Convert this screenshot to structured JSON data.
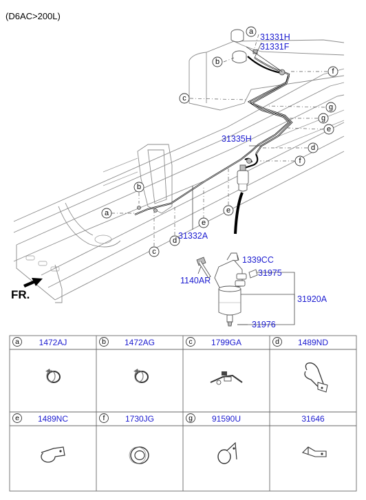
{
  "header": {
    "title": "(D6AC>200L)"
  },
  "front_label": "FR.",
  "callouts": {
    "a": "a",
    "b": "b",
    "c": "c",
    "d": "d",
    "e": "e",
    "f": "f",
    "g": "g"
  },
  "diagram_parts": {
    "p31331H": "31331H",
    "p31331F": "31331F",
    "p31335H": "31335H",
    "p31332A": "31332A",
    "p1339CC": "1339CC",
    "p1140AR": "1140AR",
    "p31975": "31975",
    "p31920A": "31920A",
    "p31976": "31976"
  },
  "legend": [
    {
      "letter": "a",
      "part_no": "1472AJ",
      "icon": "hose-clamp-icon"
    },
    {
      "letter": "b",
      "part_no": "1472AG",
      "icon": "hose-clamp-icon"
    },
    {
      "letter": "c",
      "part_no": "1799GA",
      "icon": "cable-tie-icon"
    },
    {
      "letter": "d",
      "part_no": "1489ND",
      "icon": "p-clip-bracket-icon"
    },
    {
      "letter": "e",
      "part_no": "1489NC",
      "icon": "p-clip-bracket-icon"
    },
    {
      "letter": "f",
      "part_no": "1730JG",
      "icon": "grommet-icon"
    },
    {
      "letter": "g",
      "part_no": "91590U",
      "icon": "p-clip-bracket-icon"
    },
    {
      "letter": "",
      "part_no": "31646",
      "icon": "bracket-icon"
    }
  ]
}
